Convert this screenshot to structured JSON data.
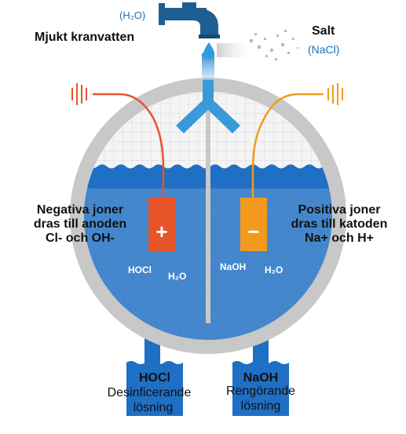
{
  "labels": {
    "water_formula": "(H₂O)",
    "soft_tap_water": "Mjukt kranvatten",
    "salt": "Salt",
    "salt_formula": "(NaCl)",
    "anode_text": [
      "Negativa joner",
      "dras till anoden",
      "Cl- och OH-"
    ],
    "cathode_text": [
      "Positiva joner",
      "dras till katoden",
      "Na+ och H+"
    ],
    "anode_sign": "+",
    "cathode_sign": "−",
    "left_species_1": "HOCl",
    "left_species_2": "H₂O",
    "right_species_1": "NaOH",
    "right_species_2": "H₂O",
    "left_outlet_title": "HOCl",
    "left_outlet_lines": [
      "Desinficerande",
      "lösning"
    ],
    "right_outlet_title": "NaOH",
    "right_outlet_lines": [
      "Rengörande",
      "lösning"
    ]
  },
  "colors": {
    "water_blue": "#1f6fc4",
    "tank_grey": "#c8c8c8",
    "faucet_blue": "#1d5f93",
    "anode_orange": "#e8542a",
    "cathode_orange": "#f39a1e",
    "spout_light_blue": "#3a9ad9"
  }
}
